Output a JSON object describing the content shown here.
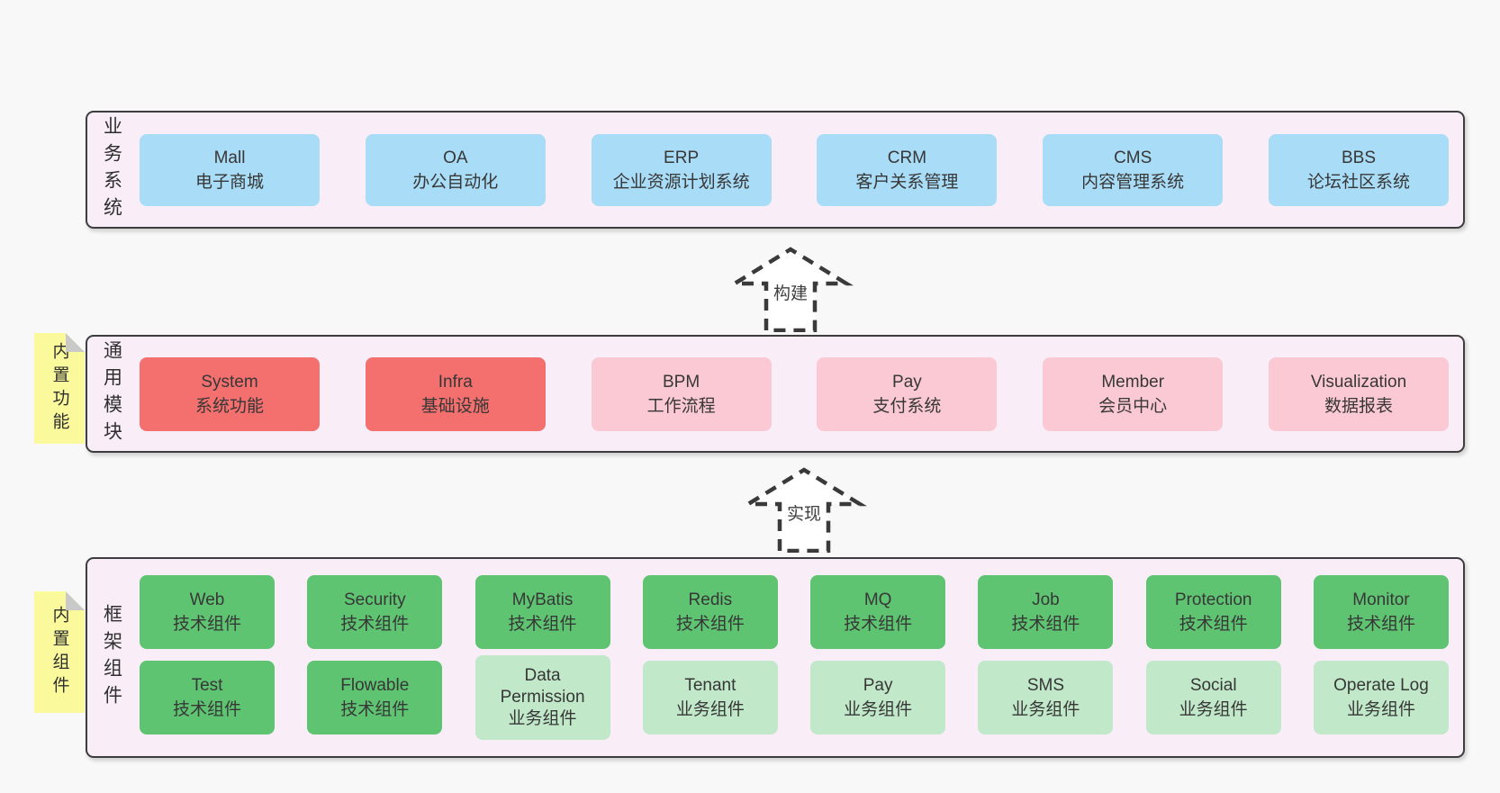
{
  "colors": {
    "page_background": "#f8f8f8",
    "band_background": "#f9eef8",
    "band_border": "#3d3d3d",
    "box_blue": "#a9dcf6",
    "box_red": "#f3706e",
    "box_pink": "#fbc9d3",
    "box_green_dark": "#5ec471",
    "box_green_light": "#c1e8c9",
    "sticky_yellow": "#fafa9d",
    "sticky_fold_gray": "#c9c9c9",
    "text": "#373737"
  },
  "arrows": {
    "build": "构建",
    "implement": "实现"
  },
  "business": {
    "label": "业务系统",
    "boxes": [
      {
        "en": "Mall",
        "zh": "电子商城",
        "variant": "blue"
      },
      {
        "en": "OA",
        "zh": "办公自动化",
        "variant": "blue"
      },
      {
        "en": "ERP",
        "zh": "企业资源计划系统",
        "variant": "blue"
      },
      {
        "en": "CRM",
        "zh": "客户关系管理",
        "variant": "blue"
      },
      {
        "en": "CMS",
        "zh": "内容管理系统",
        "variant": "blue"
      },
      {
        "en": "BBS",
        "zh": "论坛社区系统",
        "variant": "blue"
      }
    ]
  },
  "modules": {
    "label": "通用模块",
    "sticky": "内置功能",
    "boxes": [
      {
        "en": "System",
        "zh": "系统功能",
        "variant": "red"
      },
      {
        "en": "Infra",
        "zh": "基础设施",
        "variant": "red"
      },
      {
        "en": "BPM",
        "zh": "工作流程",
        "variant": "pink"
      },
      {
        "en": "Pay",
        "zh": "支付系统",
        "variant": "pink"
      },
      {
        "en": "Member",
        "zh": "会员中心",
        "variant": "pink"
      },
      {
        "en": "Visualization",
        "zh": "数据报表",
        "variant": "pink"
      }
    ]
  },
  "framework": {
    "label": "框架组件",
    "sticky": "内置组件",
    "row1": [
      {
        "en": "Web",
        "zh": "技术组件",
        "variant": "green"
      },
      {
        "en": "Security",
        "zh": "技术组件",
        "variant": "green"
      },
      {
        "en": "MyBatis",
        "zh": "技术组件",
        "variant": "green"
      },
      {
        "en": "Redis",
        "zh": "技术组件",
        "variant": "green"
      },
      {
        "en": "MQ",
        "zh": "技术组件",
        "variant": "green"
      },
      {
        "en": "Job",
        "zh": "技术组件",
        "variant": "green"
      },
      {
        "en": "Protection",
        "zh": "技术组件",
        "variant": "green"
      },
      {
        "en": "Monitor",
        "zh": "技术组件",
        "variant": "green"
      }
    ],
    "row2": [
      {
        "en": "Test",
        "zh": "技术组件",
        "variant": "green"
      },
      {
        "en": "Flowable",
        "zh": "技术组件",
        "variant": "green"
      },
      {
        "en": "Data Permission",
        "zh": "业务组件",
        "variant": "lightgreen"
      },
      {
        "en": "Tenant",
        "zh": "业务组件",
        "variant": "lightgreen"
      },
      {
        "en": "Pay",
        "zh": "业务组件",
        "variant": "lightgreen"
      },
      {
        "en": "SMS",
        "zh": "业务组件",
        "variant": "lightgreen"
      },
      {
        "en": "Social",
        "zh": "业务组件",
        "variant": "lightgreen"
      },
      {
        "en": "Operate Log",
        "zh": "业务组件",
        "variant": "lightgreen"
      }
    ]
  }
}
